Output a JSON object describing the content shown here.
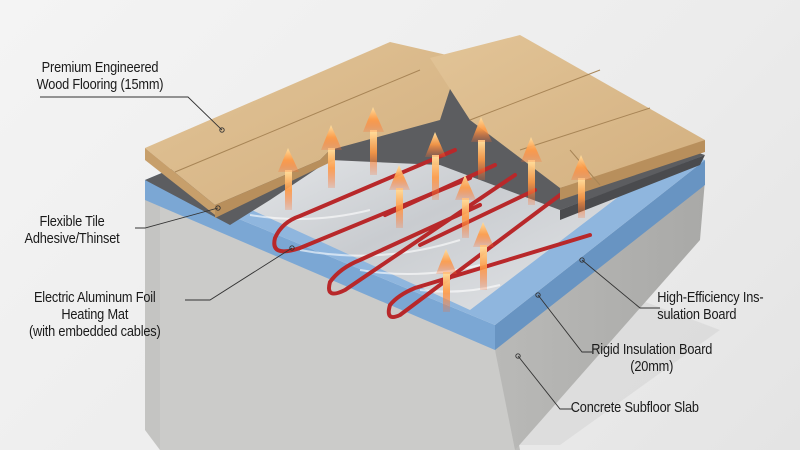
{
  "diagram": {
    "subject": "Electric underfloor heating layer cross-section",
    "labels": [
      {
        "id": "wood-flooring",
        "lines": [
          "Premium Engineered",
          "Wood Flooring (15mm)"
        ]
      },
      {
        "id": "tile-adhesive",
        "lines": [
          "Flexible Tile",
          "Adhesive/Thinset"
        ]
      },
      {
        "id": "heating-mat",
        "lines": [
          "Electric Aluminum Foil",
          "Heating Mat",
          "(with embedded cables)"
        ]
      },
      {
        "id": "high-efficiency-insulation",
        "lines": [
          "High-Efficiency Ins-",
          "sulation Board"
        ]
      },
      {
        "id": "rigid-insulation",
        "lines": [
          "Rigid Insulation Board",
          "(20mm)"
        ]
      },
      {
        "id": "concrete-slab",
        "lines": [
          "Concrete Subfloor Slab"
        ]
      }
    ],
    "colors": {
      "wood": "#d9b98a",
      "adhesive": "#5f6062",
      "foil": "#d8dadd",
      "cable": "#b8282a",
      "insulation": "#7aa6d3",
      "concrete": "#c9c9c7",
      "heat_arrow": "#ffb45a",
      "leader_line": "#333333"
    }
  }
}
